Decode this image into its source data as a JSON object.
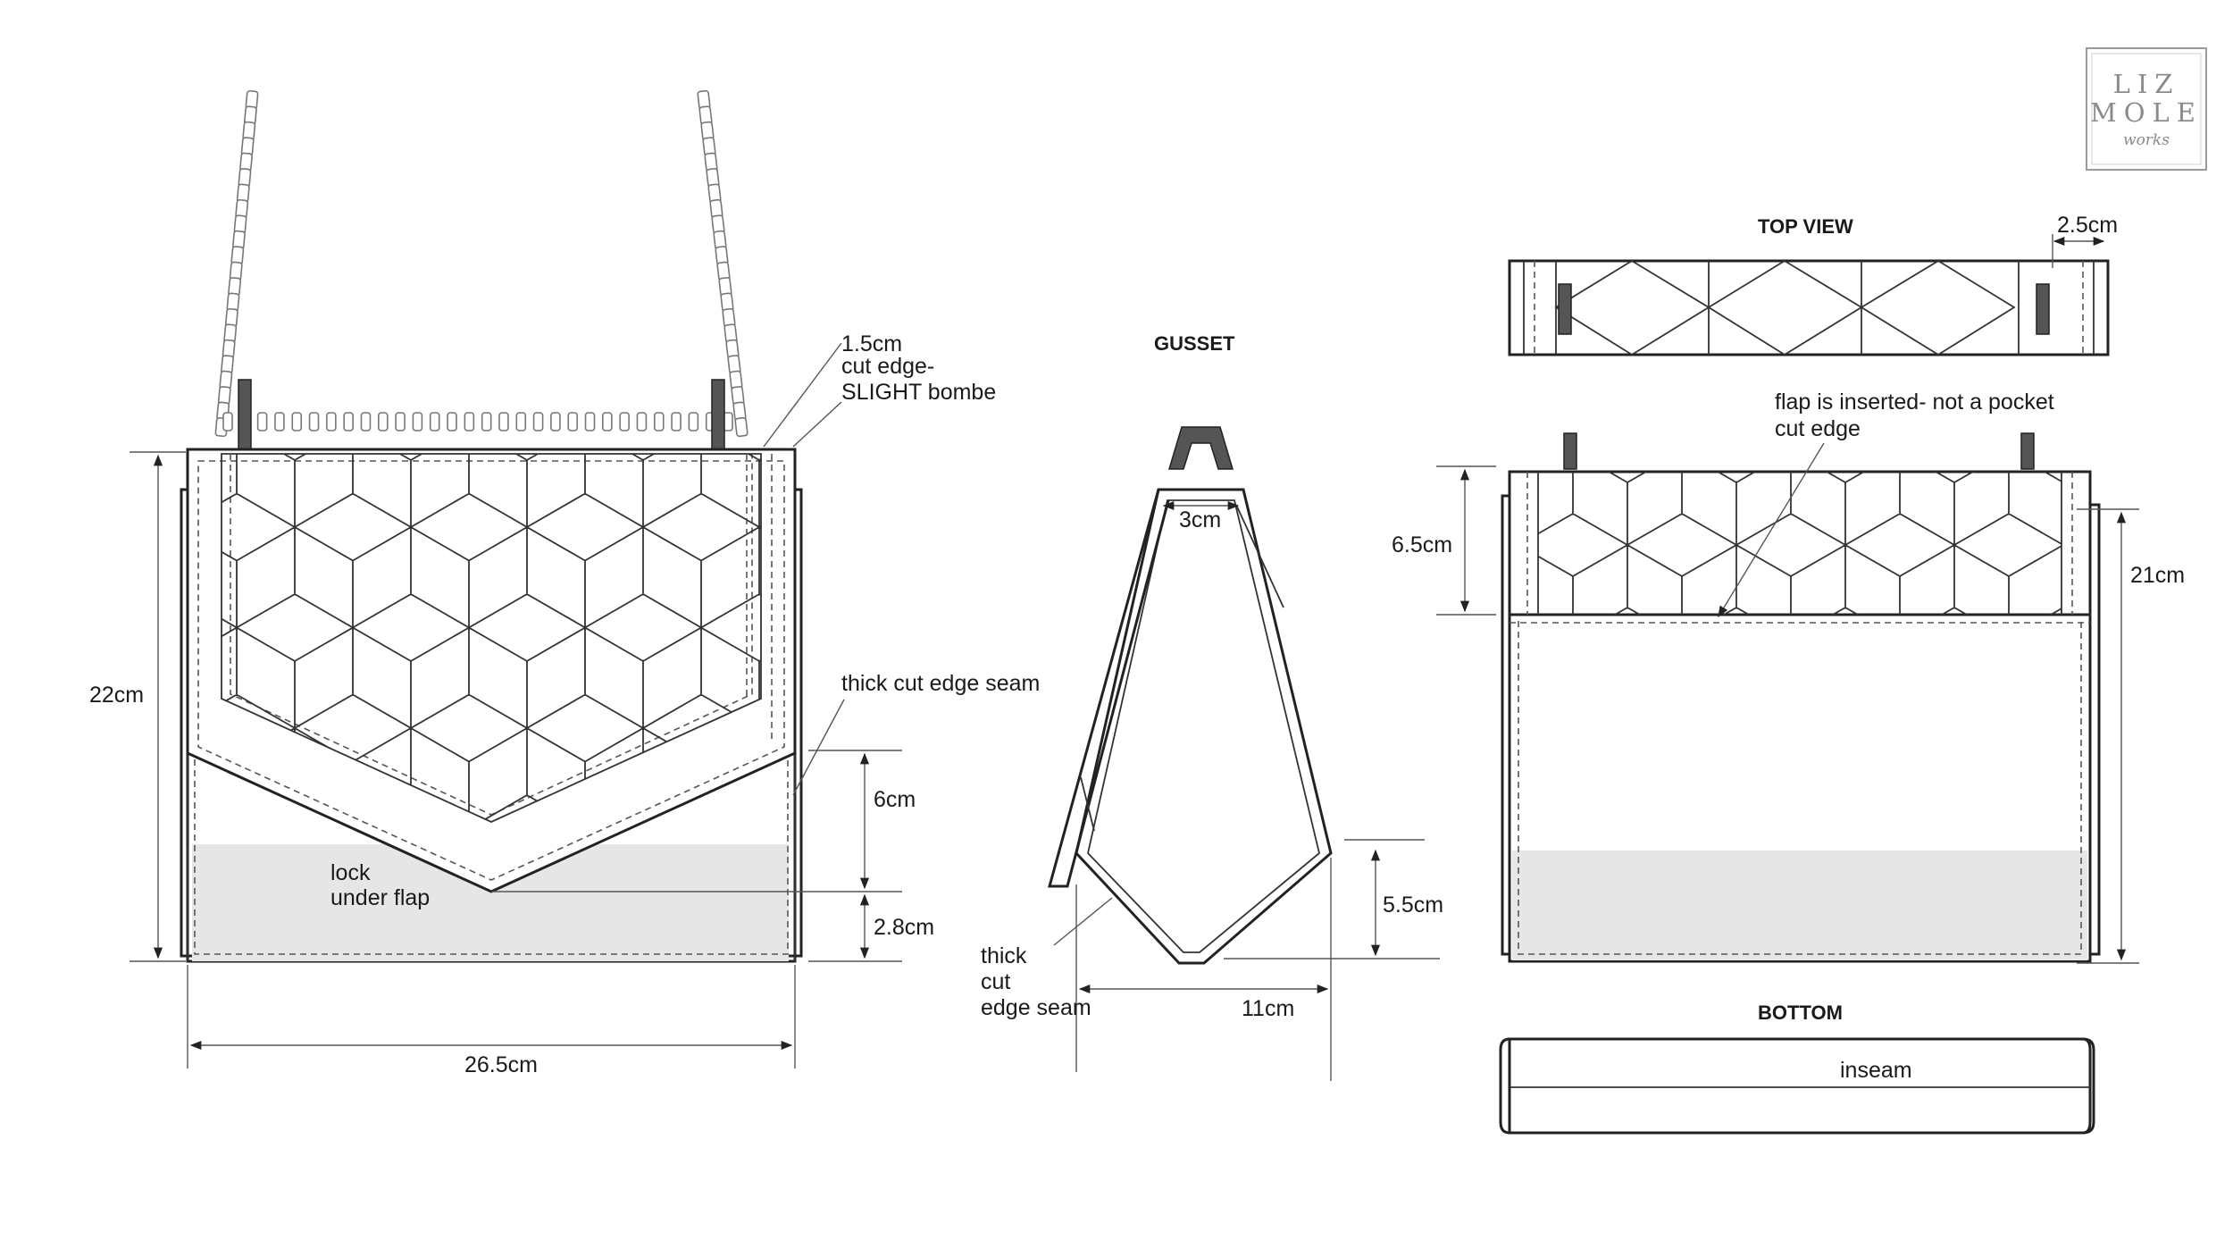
{
  "brand": {
    "line1": "LIZ",
    "line2": "MOLE",
    "line3": "works"
  },
  "front": {
    "dim_height": "22cm",
    "dim_width": "26.5cm",
    "dim_flap_point": "6cm",
    "dim_lock_band": "2.8cm",
    "note_edge_1": "1.5cm",
    "note_edge_2": "cut edge-",
    "note_edge_3": "SLIGHT bombe",
    "note_seam": "thick cut edge seam",
    "note_lock_1": "lock",
    "note_lock_2": "under flap"
  },
  "gusset": {
    "heading": "GUSSET",
    "dim_top": "3cm",
    "dim_width": "11cm",
    "dim_point": "5.5cm",
    "note_1": "thick",
    "note_2": "cut",
    "note_3": "edge seam"
  },
  "topview": {
    "heading": "TOP VIEW",
    "dim_strap": "2.5cm"
  },
  "back": {
    "note_1": "flap is inserted- not a pocket",
    "note_2": "cut edge",
    "dim_flap": "6.5cm",
    "dim_height": "21cm"
  },
  "bottom": {
    "heading": "BOTTOM",
    "label": "inseam"
  }
}
